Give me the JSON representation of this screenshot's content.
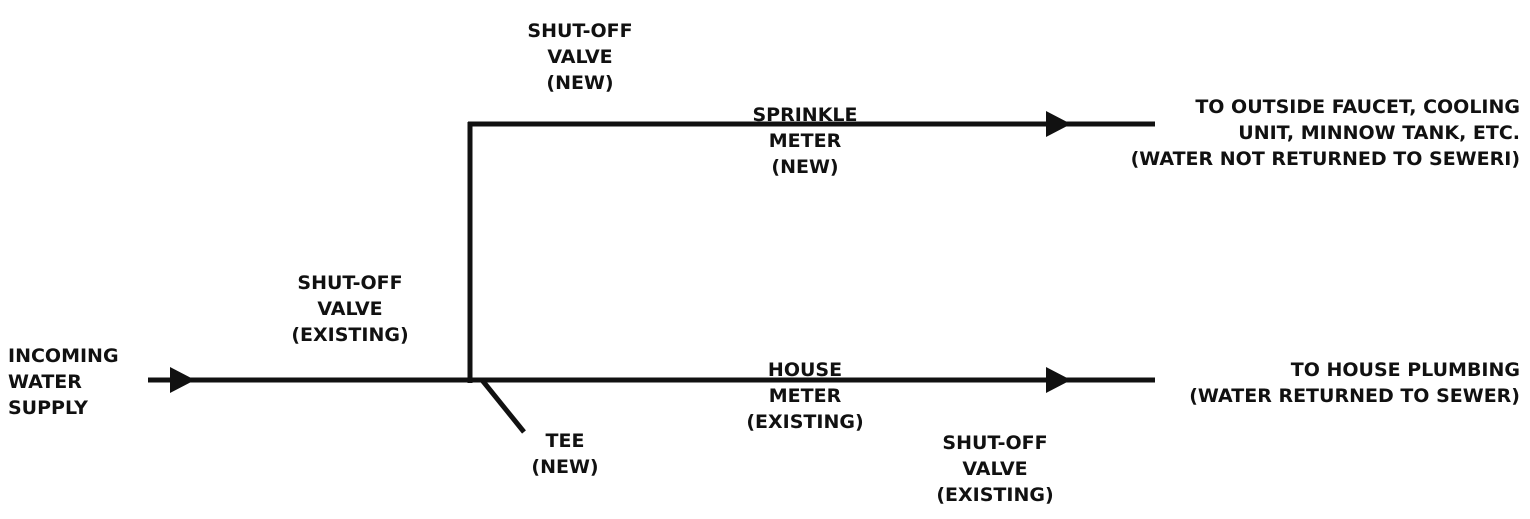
{
  "diagram": {
    "colors": {
      "line": "#111111",
      "text": "#111111",
      "background": "#ffffff"
    },
    "labels": {
      "incoming": [
        "INCOMING",
        "WATER",
        "SUPPLY"
      ],
      "shutoff_existing_main": [
        "SHUT-OFF",
        "VALVE",
        "(EXISTING)"
      ],
      "shutoff_new": [
        "SHUT-OFF",
        "VALVE",
        "(NEW)"
      ],
      "sprinkle_meter": [
        "SPRINKLE",
        "METER",
        "(NEW)"
      ],
      "to_outside": [
        "TO OUTSIDE FAUCET, COOLING",
        "UNIT, MINNOW TANK, ETC.",
        "(WATER NOT RETURNED TO SEWERI)"
      ],
      "house_meter": [
        "HOUSE",
        "METER",
        "(EXISTING)"
      ],
      "to_house": [
        "TO HOUSE PLUMBING",
        "(WATER RETURNED TO SEWER)"
      ],
      "tee": [
        "TEE",
        "(NEW)"
      ],
      "shutoff_existing_house": [
        "SHUT-OFF",
        "VALVE",
        "(EXISTING)"
      ]
    }
  }
}
